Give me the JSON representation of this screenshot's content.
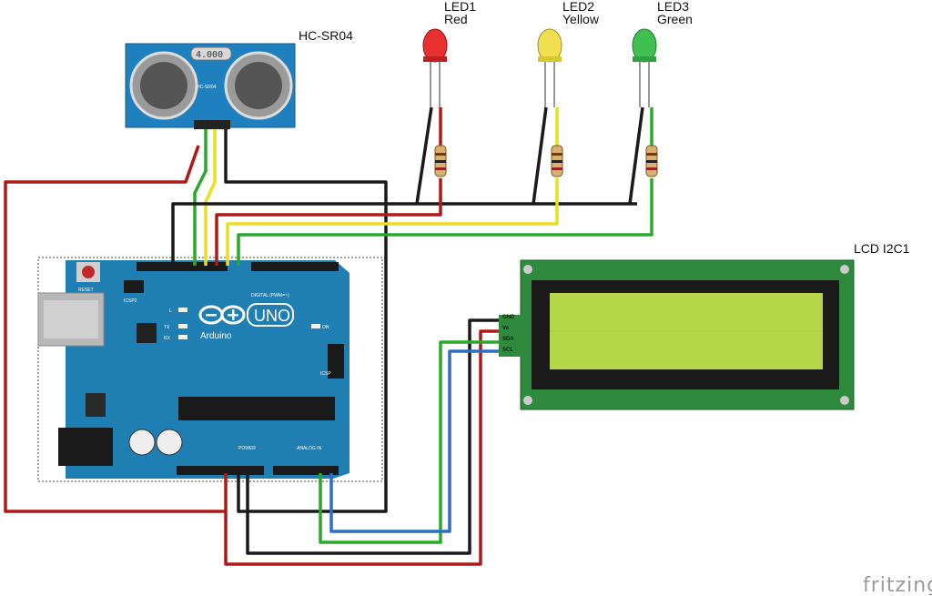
{
  "labels": {
    "sensor": "HC-SR04",
    "sensor_chip": "4.000",
    "sensor_brand": "HC-SR04",
    "led1_title": "LED1",
    "led1_color": "Red",
    "led2_title": "LED2",
    "led2_color": "Yellow",
    "led3_title": "LED3",
    "led3_color": "Green",
    "lcd": "LCD I2C1",
    "watermark": "fritzing"
  },
  "arduino": {
    "reset": "RESET",
    "icsp2": "ICSP2",
    "icsp": "ICSP",
    "uno": "UNO",
    "brand": "Arduino",
    "led_l": "L",
    "led_tx": "TX",
    "led_rx": "RX",
    "led_on": "ON",
    "digital": "DIGITAL (PWM=~)",
    "analog": "ANALOG IN",
    "power": "POWER"
  },
  "lcd_pins": [
    "GND",
    "Vc",
    "SDA",
    "SCL"
  ],
  "colors": {
    "board_blue": "#1f7fb3",
    "wire_red": "#b01818",
    "wire_black": "#1a1a1a",
    "wire_green": "#2aa82a",
    "wire_yellow": "#e8e020",
    "wire_blue": "#2c6fc4",
    "lcd_pcb": "#2e8a3c",
    "lcd_screen": "#b5d648"
  }
}
